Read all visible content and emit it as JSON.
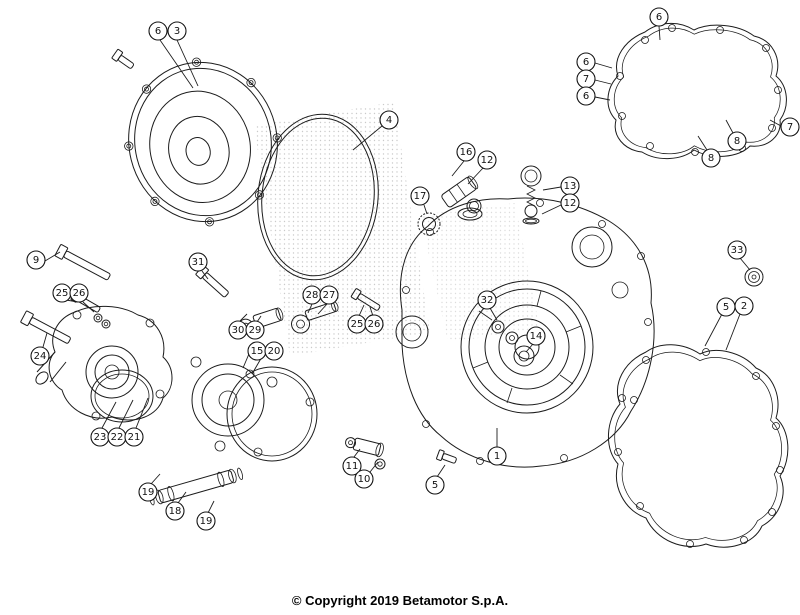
{
  "page": {
    "background": "#ffffff",
    "line_color": "#1c1c1c"
  },
  "footer": {
    "copyright": "© Copyright 2019 Betamotor S.p.A."
  },
  "callouts": [
    {
      "label": "6"
    },
    {
      "label": "3"
    },
    {
      "label": "4"
    },
    {
      "label": "6"
    },
    {
      "label": "6"
    },
    {
      "label": "7"
    },
    {
      "label": "6"
    },
    {
      "label": "7"
    },
    {
      "label": "8"
    },
    {
      "label": "8"
    },
    {
      "label": "16"
    },
    {
      "label": "12"
    },
    {
      "label": "13"
    },
    {
      "label": "12"
    },
    {
      "label": "17"
    },
    {
      "label": "9"
    },
    {
      "label": "31"
    },
    {
      "label": "25"
    },
    {
      "label": "26"
    },
    {
      "label": "28"
    },
    {
      "label": "27"
    },
    {
      "label": "25"
    },
    {
      "label": "26"
    },
    {
      "label": "24"
    },
    {
      "label": "30"
    },
    {
      "label": "29"
    },
    {
      "label": "15"
    },
    {
      "label": "20"
    },
    {
      "label": "33"
    },
    {
      "label": "32"
    },
    {
      "label": "14"
    },
    {
      "label": "5"
    },
    {
      "label": "2"
    },
    {
      "label": "23"
    },
    {
      "label": "22"
    },
    {
      "label": "21"
    },
    {
      "label": "19"
    },
    {
      "label": "18"
    },
    {
      "label": "19"
    },
    {
      "label": "11"
    },
    {
      "label": "10"
    },
    {
      "label": "5"
    },
    {
      "label": "1"
    }
  ]
}
